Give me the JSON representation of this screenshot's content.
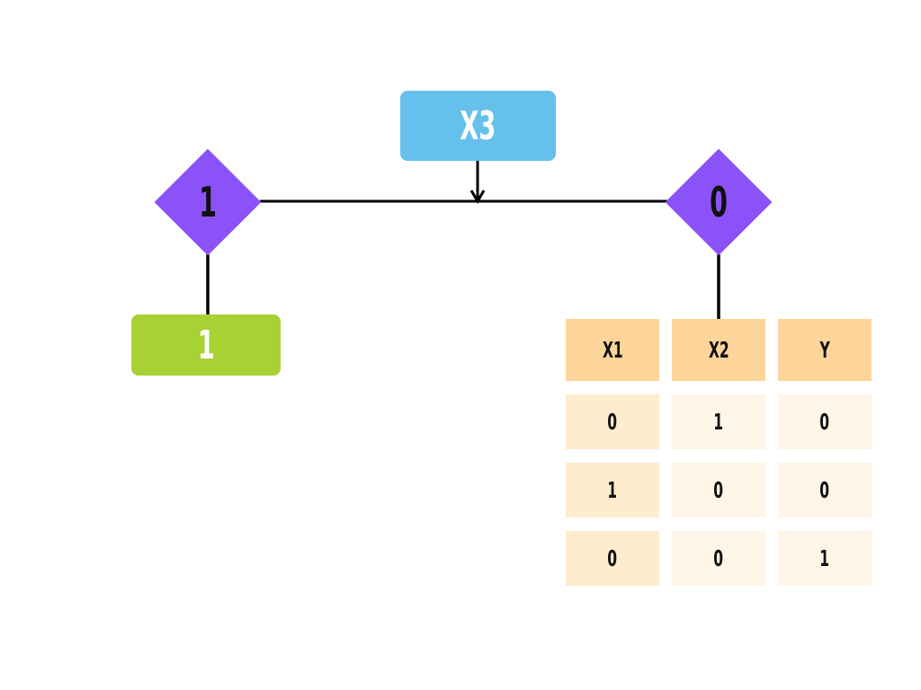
{
  "colors": {
    "root_fill": "#66c0ec",
    "decision_fill": "#8b53f7",
    "leaf_fill": "#a8d134",
    "table_header_fill": "#fdd59a",
    "table_cell_fill_first_col": "#feeccf",
    "table_cell_fill_other_cols": "#fef5e6",
    "edge_color": "#000000"
  },
  "root": {
    "label": "X3"
  },
  "branches": {
    "left": {
      "value": "1"
    },
    "right": {
      "value": "0"
    }
  },
  "leaf": {
    "label": "1"
  },
  "table": {
    "headers": [
      "X1",
      "X2",
      "Y"
    ],
    "rows": [
      [
        "0",
        "1",
        "0"
      ],
      [
        "1",
        "0",
        "0"
      ],
      [
        "0",
        "0",
        "1"
      ]
    ]
  }
}
